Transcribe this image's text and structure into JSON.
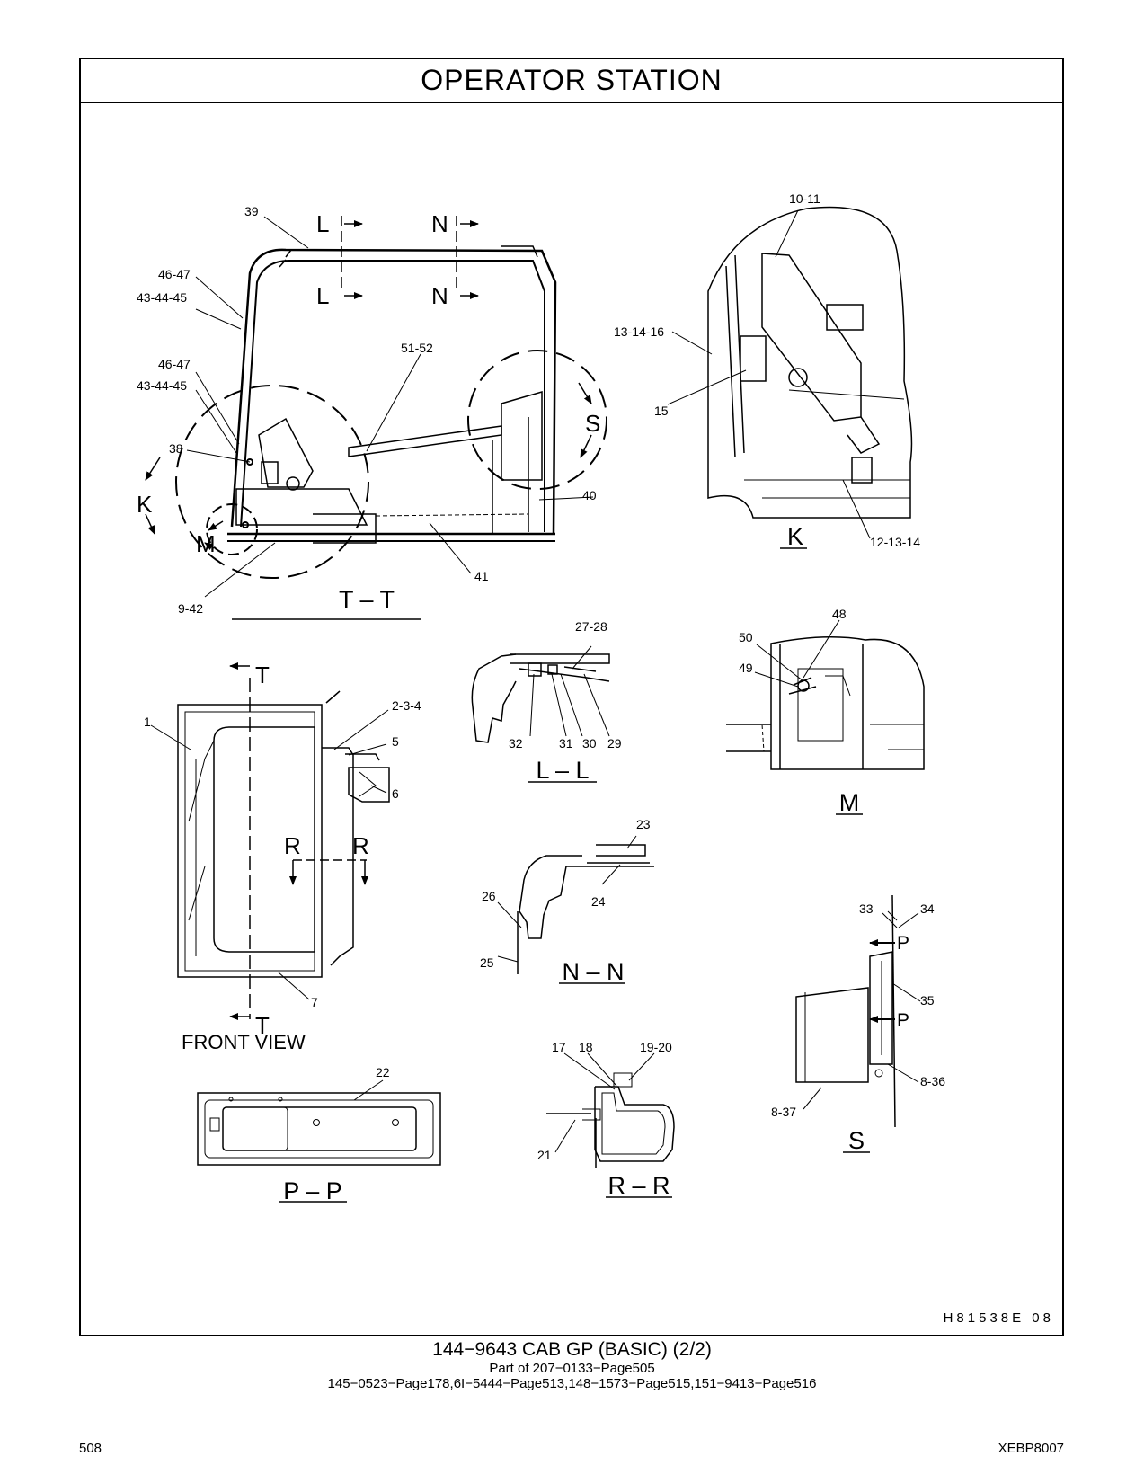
{
  "header": {
    "title": "OPERATOR   STATION"
  },
  "views": {
    "tt": "T – T",
    "k": "K",
    "ll": "L – L",
    "m": "M",
    "nn": "N – N",
    "front": "FRONT VIEW",
    "rr": "R – R",
    "pp": "P – P",
    "s": "S"
  },
  "section_letters": {
    "l": "L",
    "n": "N",
    "k": "K",
    "m": "M",
    "s": "S",
    "t": "T",
    "r": "R",
    "p": "P"
  },
  "callouts": {
    "c39": "39",
    "c46_47": "46-47",
    "c43_44_45": "43-44-45",
    "c51_52": "51-52",
    "c38": "38",
    "c40": "40",
    "c41": "41",
    "c9_42": "9-42",
    "c10_11": "10-11",
    "c13_14_16": "13-14-16",
    "c15": "15",
    "c12_13_14": "12-13-14",
    "c27_28": "27-28",
    "c32": "32",
    "c31": "31",
    "c30": "30",
    "c29": "29",
    "c48": "48",
    "c50": "50",
    "c49": "49",
    "c1": "1",
    "c2_3_4": "2-3-4",
    "c5": "5",
    "c6": "6",
    "c7": "7",
    "c23": "23",
    "c24": "24",
    "c26": "26",
    "c25": "25",
    "c33": "33",
    "c34": "34",
    "c35": "35",
    "c8_36": "8-36",
    "c8_37": "8-37",
    "c22": "22",
    "c17": "17",
    "c18": "18",
    "c19_20": "19-20",
    "c21": "21"
  },
  "footer": {
    "ref_code": "H81538E  08",
    "caption_main": "144−9643   CAB  GP (BASIC) (2/2)",
    "caption_sub1": "Part of 207−0133−Page505",
    "caption_sub2": "145−0523−Page178,6I−5444−Page513,148−1573−Page515,151−9413−Page516",
    "page_number": "508",
    "doc_code": "XEBP8007"
  }
}
